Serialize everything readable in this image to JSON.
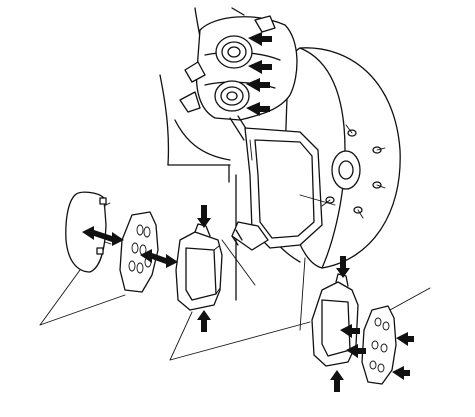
{
  "colors": {
    "line": "#111111",
    "background": "#ffffff",
    "arrow": "#111111"
  },
  "parts": [
    {
      "id": "caliper-assembly",
      "icon": "brake-caliper-icon"
    },
    {
      "id": "brake-disc-rotor",
      "icon": "disc-rotor-icon"
    },
    {
      "id": "caliper-bracket",
      "icon": "caliper-bracket-icon"
    },
    {
      "id": "pad-shim-outer",
      "icon": "pad-shim-icon"
    },
    {
      "id": "pad-shim-inner",
      "icon": "pad-shim-icon"
    },
    {
      "id": "brake-pad-left",
      "icon": "brake-pad-icon"
    },
    {
      "id": "brake-pad-right",
      "icon": "brake-pad-icon"
    }
  ]
}
